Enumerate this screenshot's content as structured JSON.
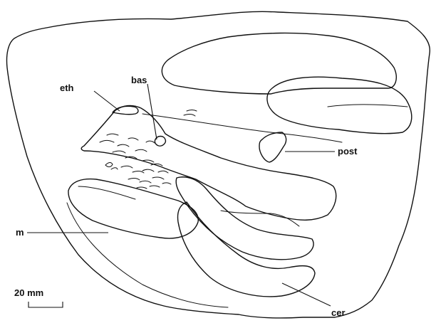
{
  "labels": {
    "eth": "eth",
    "bas": "bas",
    "post": "post",
    "m": "m",
    "cer": "cer"
  },
  "scale_bar": {
    "label": "20 mm"
  }
}
